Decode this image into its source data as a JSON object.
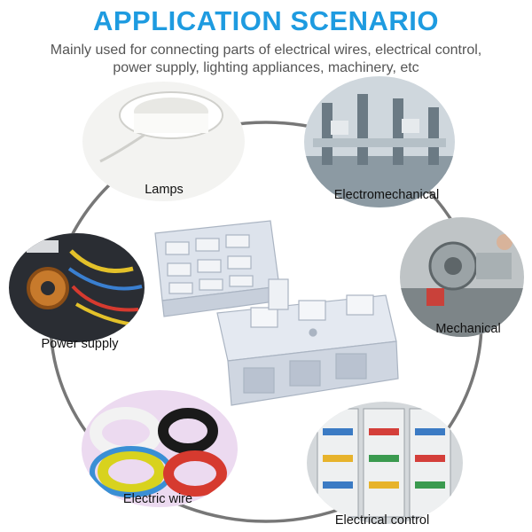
{
  "header": {
    "title": "APPLICATION SCENARIO",
    "subtitle_line1": "Mainly used for connecting parts of electrical wires, electrical control,",
    "subtitle_line2": "power supply, lighting appliances, machinery, etc"
  },
  "scenarios": [
    {
      "label": "Lamps",
      "icon": "lamp-image"
    },
    {
      "label": "Electromechanical",
      "icon": "factory-line-image"
    },
    {
      "label": "Mechanical",
      "icon": "machine-image"
    },
    {
      "label": "Electrical control",
      "icon": "control-cabinet-image"
    },
    {
      "label": "Electric wire",
      "icon": "wire-coils-image"
    },
    {
      "label": "Power supply",
      "icon": "power-supply-image"
    }
  ],
  "colors": {
    "title": "#1e9be0",
    "subtitle": "#555555",
    "ring": "#777777",
    "connector": "#dfe5ee"
  }
}
